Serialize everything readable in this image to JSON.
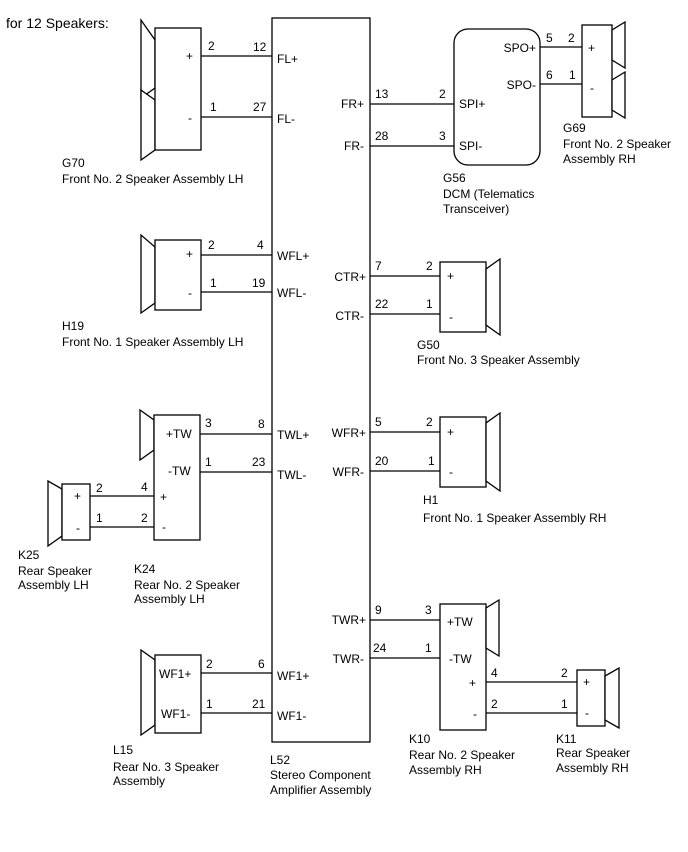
{
  "title": "for 12 Speakers:",
  "amplifier": {
    "code": "L52",
    "name_line1": "Stereo Component",
    "name_line2": "Amplifier Assembly",
    "left_terminals": [
      {
        "label": "FL+",
        "pin": "12"
      },
      {
        "label": "FL-",
        "pin": "27"
      },
      {
        "label": "WFL+",
        "pin": "4"
      },
      {
        "label": "WFL-",
        "pin": "19"
      },
      {
        "label": "TWL+",
        "pin": "8"
      },
      {
        "label": "TWL-",
        "pin": "23"
      },
      {
        "label": "WF1+",
        "pin": "6"
      },
      {
        "label": "WF1-",
        "pin": "21"
      }
    ],
    "right_terminals": [
      {
        "label": "FR+",
        "pin": "13"
      },
      {
        "label": "FR-",
        "pin": "28"
      },
      {
        "label": "CTR+",
        "pin": "7"
      },
      {
        "label": "CTR-",
        "pin": "22"
      },
      {
        "label": "WFR+",
        "pin": "5"
      },
      {
        "label": "WFR-",
        "pin": "20"
      },
      {
        "label": "TWR+",
        "pin": "9"
      },
      {
        "label": "TWR-",
        "pin": "24"
      }
    ]
  },
  "components": {
    "g70": {
      "code": "G70",
      "name": "Front No. 2 Speaker Assembly LH",
      "plus": "+",
      "minus": "-",
      "pin_plus": "2",
      "pin_minus": "1"
    },
    "h19": {
      "code": "H19",
      "name": "Front No. 1 Speaker Assembly LH",
      "plus": "+",
      "minus": "-",
      "pin_plus": "2",
      "pin_minus": "1"
    },
    "k24": {
      "code": "K24",
      "name_line1": "Rear No. 2 Speaker",
      "name_line2": "Assembly LH",
      "tw_plus": "+TW",
      "tw_minus": "-TW",
      "plus": "+",
      "minus": "-",
      "pin_tw_plus": "3",
      "pin_tw_minus": "1",
      "pin_plus": "4",
      "pin_minus": "2"
    },
    "k25": {
      "code": "K25",
      "name_line1": "Rear Speaker",
      "name_line2": "Assembly LH",
      "plus": "+",
      "minus": "-",
      "pin_plus": "2",
      "pin_minus": "1"
    },
    "l15": {
      "code": "L15",
      "name_line1": "Rear No. 3 Speaker",
      "name_line2": "Assembly",
      "plus": "WF1+",
      "minus": "WF1-",
      "pin_plus": "2",
      "pin_minus": "1"
    },
    "g56": {
      "code": "G56",
      "name_line1": "DCM (Telematics",
      "name_line2": "Transceiver)",
      "spi_plus": "SPI+",
      "spi_minus": "SPI-",
      "spo_plus": "SPO+",
      "spo_minus": "SPO-",
      "pin_spi_plus": "2",
      "pin_spi_minus": "3",
      "pin_spo_plus": "5",
      "pin_spo_minus": "6"
    },
    "g69": {
      "code": "G69",
      "name_line1": "Front No. 2 Speaker",
      "name_line2": "Assembly RH",
      "plus": "+",
      "minus": "-",
      "pin_plus": "2",
      "pin_minus": "1"
    },
    "g50": {
      "code": "G50",
      "name": "Front No. 3 Speaker Assembly",
      "plus": "+",
      "minus": "-",
      "pin_plus": "2",
      "pin_minus": "1"
    },
    "h1": {
      "code": "H1",
      "name": "Front No. 1 Speaker Assembly RH",
      "plus": "+",
      "minus": "-",
      "pin_plus": "2",
      "pin_minus": "1"
    },
    "k10": {
      "code": "K10",
      "name_line1": "Rear No. 2 Speaker",
      "name_line2": "Assembly RH",
      "tw_plus": "+TW",
      "tw_minus": "-TW",
      "plus": "+",
      "minus": "-",
      "pin_tw_plus": "3",
      "pin_tw_minus": "1",
      "pin_plus": "4",
      "pin_minus": "2"
    },
    "k11": {
      "code": "K11",
      "name_line1": "Rear Speaker",
      "name_line2": "Assembly RH",
      "plus": "+",
      "minus": "-",
      "pin_plus": "2",
      "pin_minus": "1"
    }
  }
}
